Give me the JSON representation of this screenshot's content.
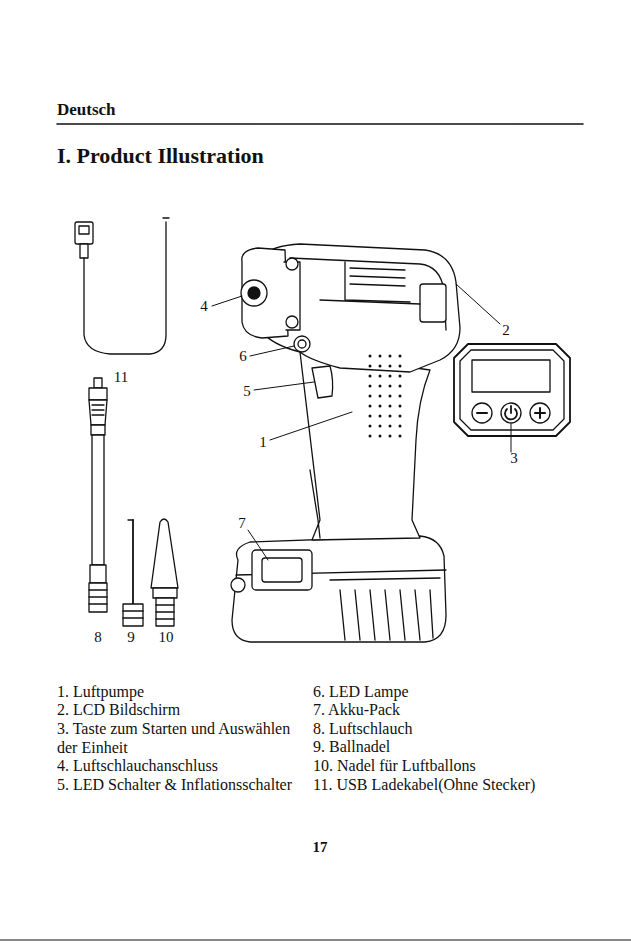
{
  "diagram": {
    "title": "I. Product Illustration",
    "labels": [
      "Deutsch",
      "4",
      "2",
      "6",
      "5",
      "1",
      "3",
      "7",
      "11",
      "8",
      "9",
      "10",
      "1. Luftpumpe",
      "2. LCD Bildschirm",
      "3. Taste zum Starten und Auswählen der Einheit",
      "4. Luftschlauchanschluss",
      "5. LED Schalter & Inflationsschalter",
      "6. LED Lampe",
      "7. Akku-Pack",
      "8. Luftschlauch",
      "9. Ballnadel",
      "10. Nadel für Luftballons",
      "11. USB Ladekabel(Ohne Stecker)",
      "17"
    ]
  }
}
